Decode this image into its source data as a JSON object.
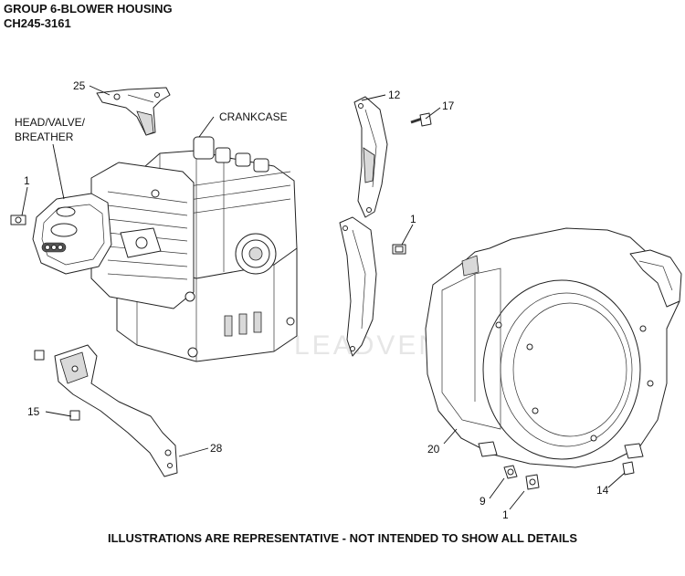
{
  "header": {
    "line1": "GROUP 6-BLOWER HOUSING",
    "line2": "CH245-3161"
  },
  "footer": {
    "text": "ILLUSTRATIONS ARE REPRESENTATIVE - NOT INTENDED TO SHOW ALL DETAILS"
  },
  "watermark": "LEADVENTURE",
  "callouts": {
    "c25": "25",
    "c12": "12",
    "c17": "17",
    "crankcase": "CRANKCASE",
    "head1": "HEAD/VALVE/",
    "head2": "BREATHER",
    "c1a": "1",
    "c1b": "1",
    "c1c": "1",
    "c15": "15",
    "c28": "28",
    "c20": "20",
    "c9": "9",
    "c14": "14"
  }
}
